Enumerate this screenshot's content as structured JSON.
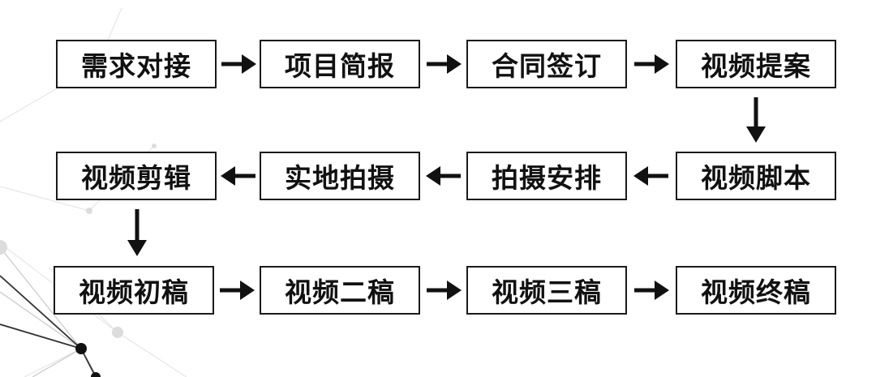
{
  "diagram": {
    "row1": [
      "需求对接",
      "项目简报",
      "合同签订",
      "视频提案"
    ],
    "row2": [
      "视频剪辑",
      "实地拍摄",
      "拍摄安排",
      "视频脚本"
    ],
    "row3": [
      "视频初稿",
      "视频二稿",
      "视频三稿",
      "视频终稿"
    ]
  },
  "colors": {
    "box_border": "#1a1a1a",
    "text": "#111111",
    "arrow": "#111111",
    "background": "#ffffff"
  },
  "icons": {
    "flow_arrow": "arrow-icon"
  }
}
